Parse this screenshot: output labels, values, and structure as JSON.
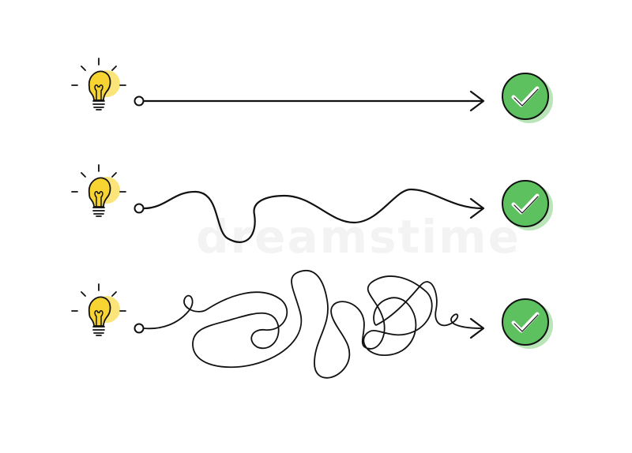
{
  "colors": {
    "background": "#ffffff",
    "ink": "#111111",
    "bulb_fill": "#f8d432",
    "bulb_glow": "#fbe47a",
    "check_fill": "#5cc15e",
    "check_shadow": "#7fd07f",
    "check_mark": "#ffffff"
  },
  "watermark": {
    "text": "dreamstime"
  },
  "rows": [
    {
      "name": "straight",
      "start_icon": "lightbulb-icon",
      "end_icon": "check-circle-icon",
      "path_style": "straight"
    },
    {
      "name": "wavy",
      "start_icon": "lightbulb-icon",
      "end_icon": "check-circle-icon",
      "path_style": "wavy"
    },
    {
      "name": "tangled",
      "start_icon": "lightbulb-icon",
      "end_icon": "check-circle-icon",
      "path_style": "tangled"
    }
  ]
}
